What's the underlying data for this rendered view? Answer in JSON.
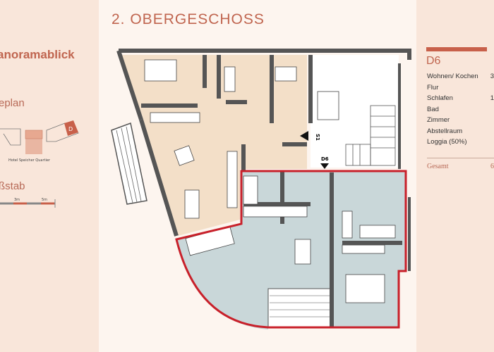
{
  "title": "2. OBERGESCHOSS",
  "left_panel": {
    "subheading": "anoramablick",
    "siteplan_heading": "eplan",
    "siteplan_caption": "Hotel Speicher Quartier",
    "siteplan_marker": "D",
    "scale_heading": "ßstab",
    "scale_labels": [
      "3m",
      "5m"
    ]
  },
  "plan": {
    "stair_label": "S1",
    "unit_entry_label": "D6",
    "colors": {
      "apartment_other": "#f3dfc8",
      "apartment_d6": "#c9d7d9",
      "highlight": "#c8202a",
      "walls": "#555555"
    }
  },
  "unit_panel": {
    "unit": "D6",
    "rooms": [
      {
        "name": "Wohnen/ Kochen",
        "value": "3"
      },
      {
        "name": "Flur",
        "value": ""
      },
      {
        "name": "Schlafen",
        "value": "1"
      },
      {
        "name": "Bad",
        "value": ""
      },
      {
        "name": "Zimmer",
        "value": ""
      },
      {
        "name": "Abstellraum",
        "value": ""
      },
      {
        "name": "Loggia (50%)",
        "value": ""
      }
    ],
    "total_label": "Gesamt",
    "total_value": "6"
  }
}
